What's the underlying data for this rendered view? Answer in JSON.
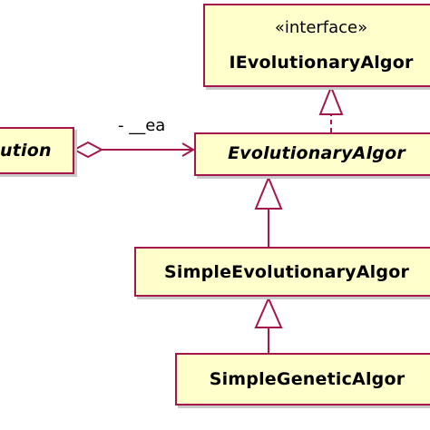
{
  "diagram": {
    "classes": {
      "interface_box": {
        "stereotype": "«interface»",
        "name": "IEvolutionaryAlgor"
      },
      "abstract_box": {
        "name": "EvolutionaryAlgor"
      },
      "simple_ea_box": {
        "name": "SimpleEvolutionaryAlgor"
      },
      "simple_ga_box": {
        "name": "SimpleGeneticAlgor"
      },
      "left_box": {
        "name": "ution"
      }
    },
    "association": {
      "role_label": "- __ea"
    },
    "colors": {
      "border": "#a5164a",
      "fill": "#ffffcc",
      "shadow": "#c9c9c9"
    }
  }
}
